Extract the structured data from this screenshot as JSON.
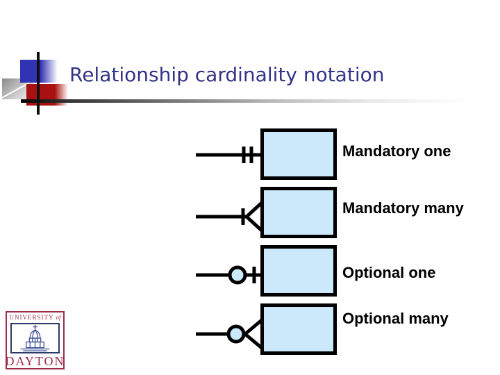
{
  "title": "Relationship cardinality notation",
  "colors": {
    "title_text": "#333387",
    "entity_fill": "#CBE9FB",
    "connector": "#000000",
    "deco_blue": "#3232B4",
    "deco_red": "#A91111",
    "logo_maroon": "#9C2C47",
    "logo_blue": "#3D4F94"
  },
  "rows": [
    {
      "label": "Mandatory one",
      "symbol": "mandatory-one-symbol"
    },
    {
      "label": "Mandatory many",
      "symbol": "mandatory-many-symbol"
    },
    {
      "label": "Optional one",
      "symbol": "optional-one-symbol"
    },
    {
      "label": "Optional many",
      "symbol": "optional-many-symbol"
    }
  ],
  "logo": {
    "line1_main": "UNIVERSITY",
    "line1_suffix": "of",
    "line2": "DAYTON"
  }
}
